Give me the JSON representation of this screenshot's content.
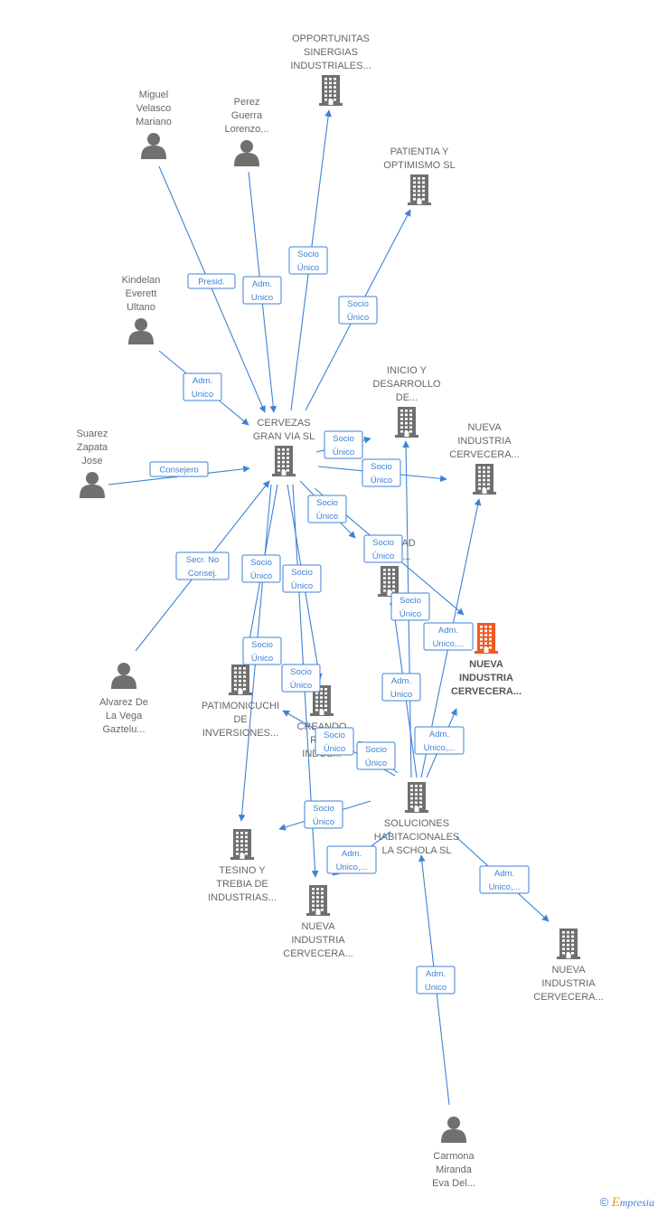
{
  "colors": {
    "edge": "#3d82d6",
    "node": "#707070",
    "highlight": "#ef5a24",
    "label": "#666666"
  },
  "nodes": [
    {
      "id": "cervezas",
      "type": "company",
      "icon": "building-icon",
      "label": [
        "CERVEZAS",
        "GRAN VIA  SL"
      ]
    },
    {
      "id": "opportunitas",
      "type": "company",
      "icon": "building-icon",
      "label": [
        "OPPORTUNITAS",
        "SINERGIAS",
        "INDUSTRIALES..."
      ]
    },
    {
      "id": "patientia",
      "type": "company",
      "icon": "building-icon",
      "label": [
        "PATIENTIA Y",
        "OPTIMISMO  SL"
      ]
    },
    {
      "id": "inicio",
      "type": "company",
      "icon": "building-icon",
      "label": [
        "INICIO Y",
        "DESARROLLO",
        "DE..."
      ]
    },
    {
      "id": "nueva_a",
      "type": "company",
      "icon": "building-icon",
      "label": [
        "NUEVA",
        "INDUSTRIA",
        "CERVECERA..."
      ]
    },
    {
      "id": "sociedad",
      "type": "company",
      "icon": "building-icon",
      "label": [
        "SOCIEDAD",
        "M...  ...S..."
      ]
    },
    {
      "id": "nueva_main",
      "type": "company",
      "icon": "building-icon",
      "highlight": true,
      "label": [
        "NUEVA",
        "INDUSTRIA",
        "CERVECERA..."
      ]
    },
    {
      "id": "patimonicuchi",
      "type": "company",
      "icon": "building-icon",
      "label": [
        "PATIMONICUCHI",
        "DE",
        "INVERSIONES..."
      ]
    },
    {
      "id": "creando",
      "type": "company",
      "icon": "building-icon",
      "label": [
        "CREANDO",
        "RO...",
        "INDUS..."
      ]
    },
    {
      "id": "soluciones",
      "type": "company",
      "icon": "building-icon",
      "label": [
        "SOLUCIONES",
        "HABITACIONALES",
        "LA SCHOLA  SL"
      ]
    },
    {
      "id": "tesino",
      "type": "company",
      "icon": "building-icon",
      "label": [
        "TESINO Y",
        "TREBIA DE",
        "INDUSTRIAS..."
      ]
    },
    {
      "id": "nueva_b",
      "type": "company",
      "icon": "building-icon",
      "label": [
        "NUEVA",
        "INDUSTRIA",
        "CERVECERA..."
      ]
    },
    {
      "id": "nueva_c",
      "type": "company",
      "icon": "building-icon",
      "label": [
        "NUEVA",
        "INDUSTRIA",
        "CERVECERA..."
      ]
    },
    {
      "id": "miguel",
      "type": "person",
      "icon": "person-icon",
      "label": [
        "Miguel",
        "Velasco",
        "Mariano"
      ]
    },
    {
      "id": "perez",
      "type": "person",
      "icon": "person-icon",
      "label": [
        "Perez",
        "Guerra",
        "Lorenzo..."
      ]
    },
    {
      "id": "kindelan",
      "type": "person",
      "icon": "person-icon",
      "label": [
        "Kindelan",
        "Everett",
        "Ultano"
      ]
    },
    {
      "id": "suarez",
      "type": "person",
      "icon": "person-icon",
      "label": [
        "Suarez",
        "Zapata",
        "Jose"
      ]
    },
    {
      "id": "alvarez",
      "type": "person",
      "icon": "person-icon",
      "label": [
        "Alvarez De",
        "La Vega",
        "Gaztelu..."
      ]
    },
    {
      "id": "carmona",
      "type": "person",
      "icon": "person-icon",
      "label": [
        "Carmona",
        "Miranda",
        "Eva Del..."
      ]
    }
  ],
  "edges": [
    {
      "from": "miguel",
      "to": "cervezas",
      "label": [
        "Presid."
      ]
    },
    {
      "from": "perez",
      "to": "cervezas",
      "label": [
        "Adm.",
        "Unico"
      ]
    },
    {
      "from": "kindelan",
      "to": "cervezas",
      "label": [
        "Adm.",
        "Unico"
      ]
    },
    {
      "from": "suarez",
      "to": "cervezas",
      "label": [
        "Consejero"
      ]
    },
    {
      "from": "alvarez",
      "to": "cervezas",
      "label": [
        "Secr.  No",
        "Consej."
      ]
    },
    {
      "from": "cervezas",
      "to": "opportunitas",
      "label": [
        "Socio",
        "Único"
      ]
    },
    {
      "from": "cervezas",
      "to": "patientia",
      "label": [
        "Socio",
        "Único"
      ]
    },
    {
      "from": "cervezas",
      "to": "inicio",
      "label": [
        "Socio",
        "Único"
      ]
    },
    {
      "from": "cervezas",
      "to": "nueva_a",
      "label": [
        "Socio",
        "Único"
      ]
    },
    {
      "from": "cervezas",
      "to": "sociedad",
      "label": [
        "Socio",
        "Único"
      ]
    },
    {
      "from": "cervezas",
      "to": "nueva_main",
      "label": [
        "Socio",
        "Único"
      ]
    },
    {
      "from": "cervezas",
      "to": "patimonicuchi",
      "label": [
        "Socio",
        "Único"
      ]
    },
    {
      "from": "cervezas",
      "to": "creando",
      "label": [
        "Socio",
        "Único"
      ]
    },
    {
      "from": "cervezas",
      "to": "tesino",
      "label": [
        "Socio",
        "Único"
      ]
    },
    {
      "from": "cervezas",
      "to": "nueva_b",
      "label": [
        "Socio",
        "Único"
      ]
    },
    {
      "from": "soluciones",
      "to": "sociedad",
      "label": [
        "Socio",
        "Único"
      ]
    },
    {
      "from": "soluciones",
      "to": "inicio",
      "label": [
        "Adm.",
        "Unico"
      ]
    },
    {
      "from": "soluciones",
      "to": "nueva_a",
      "label": [
        "Adm.",
        "Unico,..."
      ]
    },
    {
      "from": "soluciones",
      "to": "nueva_main",
      "label": [
        "Adm.",
        "Unico,..."
      ]
    },
    {
      "from": "soluciones",
      "to": "creando",
      "label": [
        "Socio",
        "Único"
      ]
    },
    {
      "from": "soluciones",
      "to": "tesino",
      "label": [
        "Socio",
        "Único"
      ]
    },
    {
      "from": "soluciones",
      "to": "nueva_b",
      "label": [
        "Adm.",
        "Unico,..."
      ]
    },
    {
      "from": "soluciones",
      "to": "nueva_c",
      "label": [
        "Adm.",
        "Unico,..."
      ]
    },
    {
      "from": "soluciones",
      "to": "patimonicuchi",
      "label": [
        "Socio",
        "Único"
      ]
    },
    {
      "from": "carmona",
      "to": "soluciones",
      "label": [
        "Adm.",
        "Unico"
      ]
    }
  ],
  "footer": {
    "copyright": "©",
    "brand_first": "E",
    "brand_rest": "mpresia"
  }
}
